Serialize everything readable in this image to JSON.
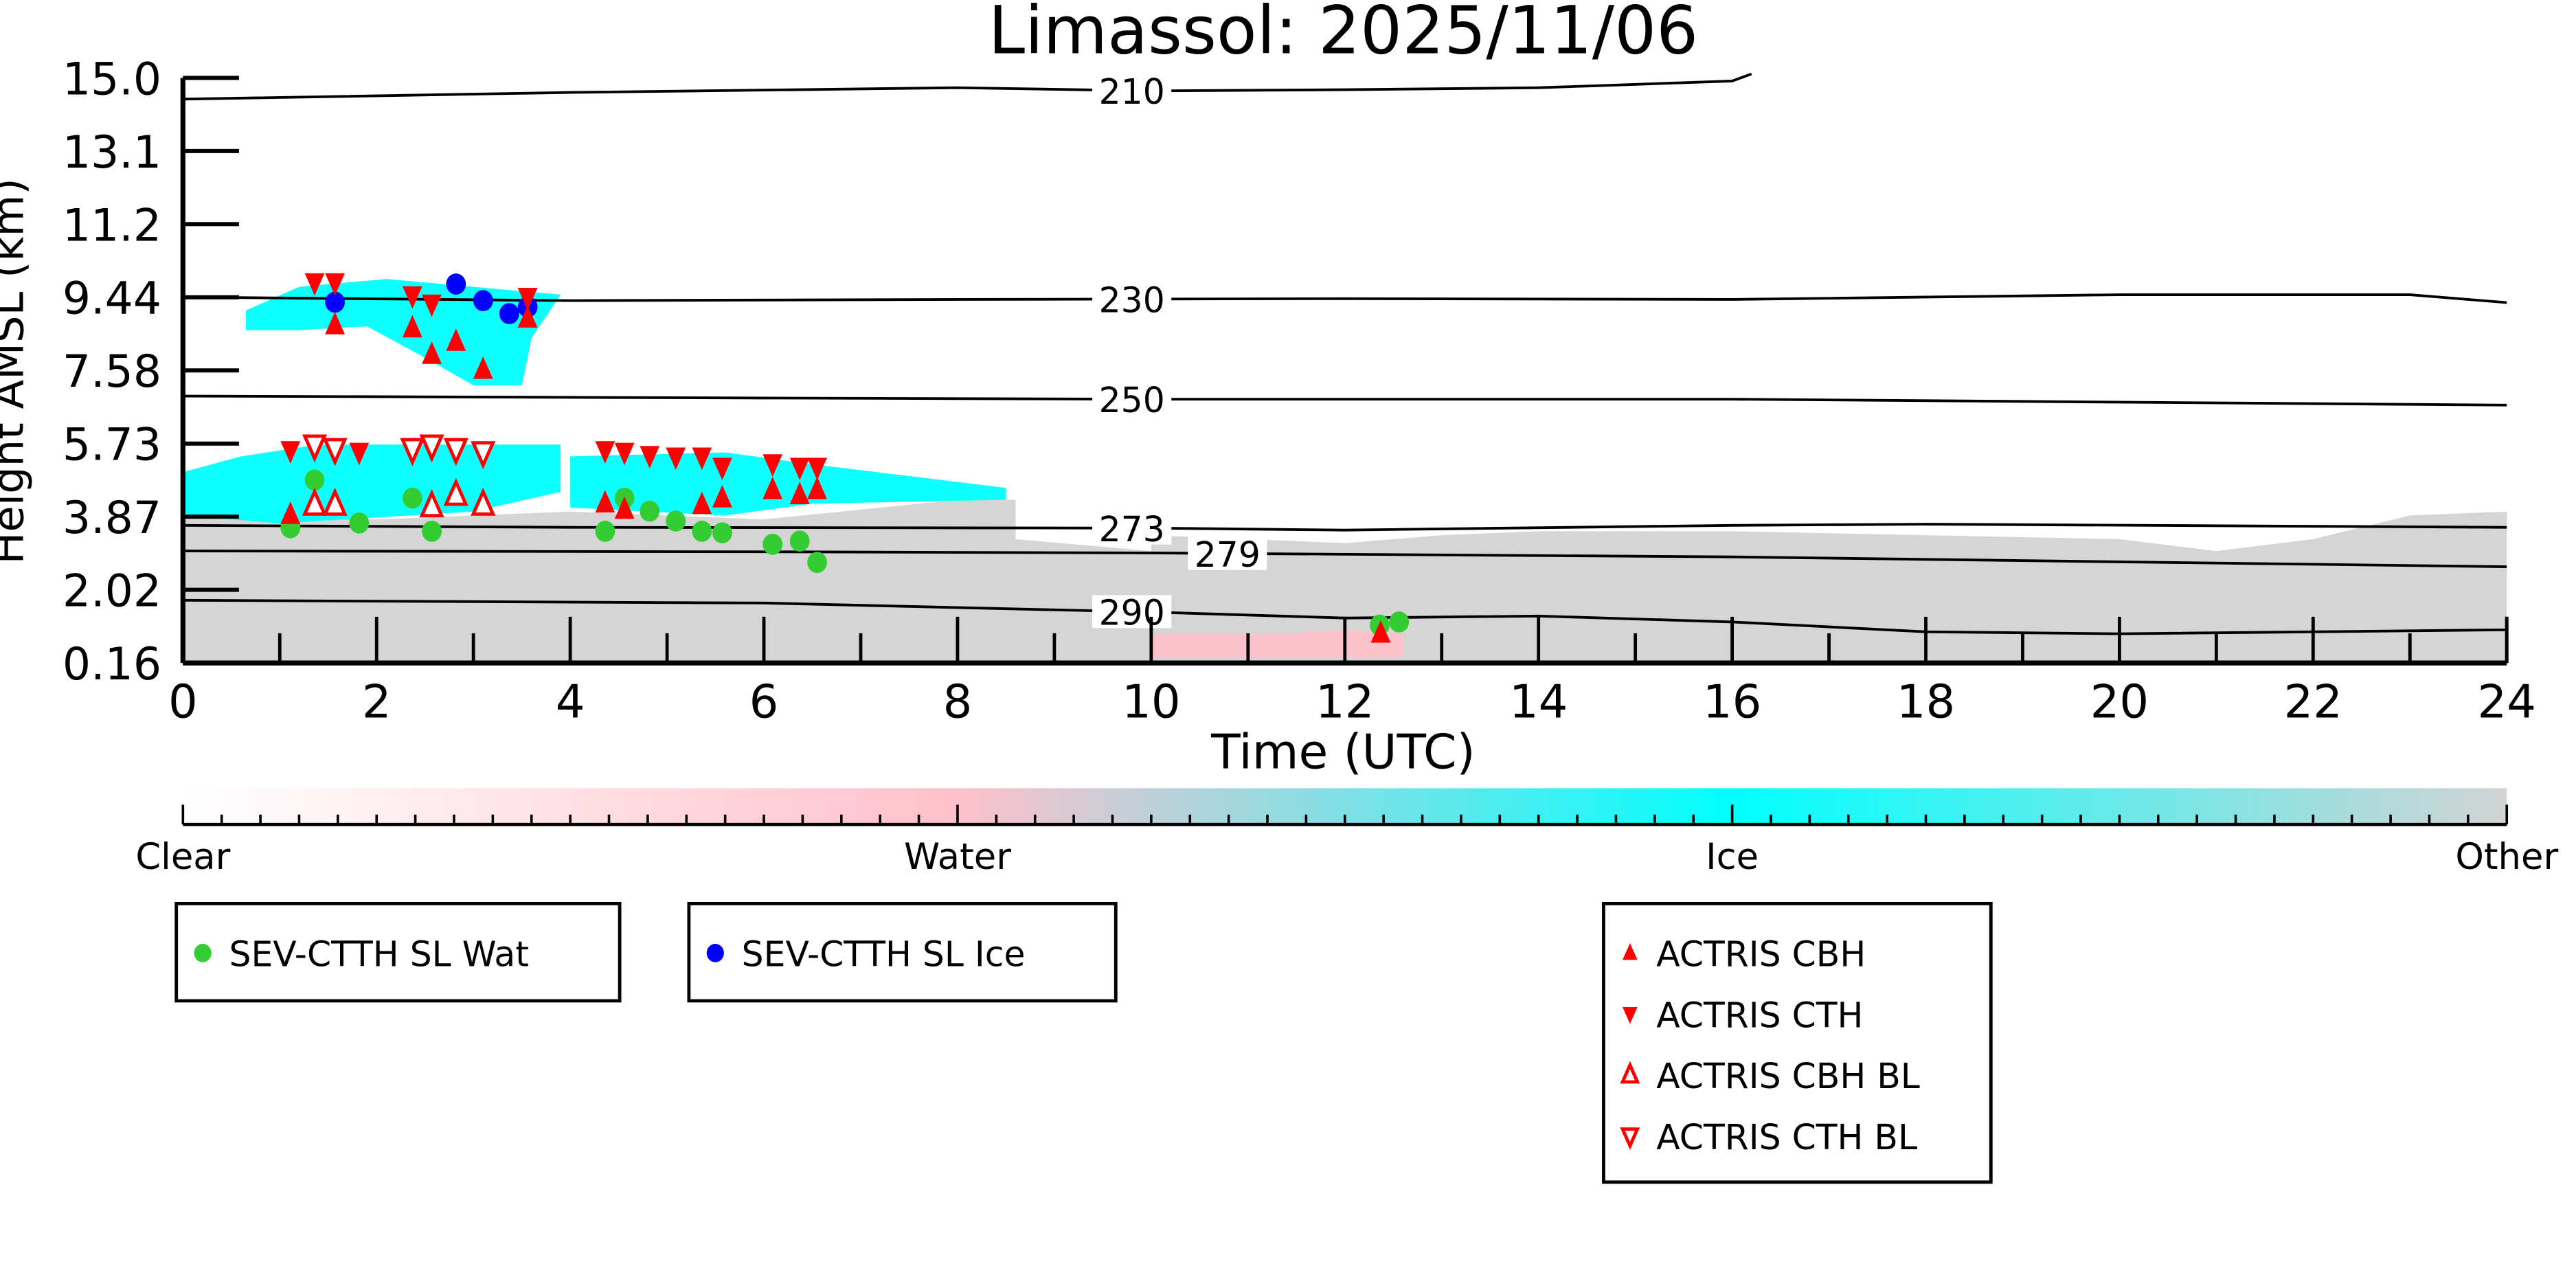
{
  "chart_data": {
    "type": "scatter",
    "title": "Limassol: 2025/11/06",
    "xlabel": "Time (UTC)",
    "ylabel": "Height AMSL (km)",
    "xlim": [
      0,
      24
    ],
    "ylim": [
      0.16,
      15.0
    ],
    "xticks": [
      "0",
      "2",
      "4",
      "6",
      "8",
      "10",
      "12",
      "14",
      "16",
      "18",
      "20",
      "22",
      "24"
    ],
    "yticks": [
      "0.16",
      "2.02",
      "3.87",
      "5.73",
      "7.58",
      "9.44",
      "11.2",
      "13.1",
      "15.0"
    ],
    "colorbar": {
      "labels": [
        "Clear",
        "Water",
        "Ice",
        "Other"
      ],
      "colors": [
        "#ffffff",
        "#ffc0cb",
        "#00ffff",
        "#d3d3d3"
      ]
    },
    "mask_regions": [
      {
        "class": "Other",
        "color": "#d3d3d3",
        "points": [
          [
            0,
            0.16
          ],
          [
            0,
            3.9
          ],
          [
            2,
            3.8
          ],
          [
            4,
            4.0
          ],
          [
            6,
            3.8
          ],
          [
            8,
            4.3
          ],
          [
            8.6,
            4.3
          ],
          [
            8.6,
            3.3
          ],
          [
            10,
            3.0
          ],
          [
            10,
            3.4
          ],
          [
            12,
            3.2
          ],
          [
            13,
            3.4
          ],
          [
            14,
            3.5
          ],
          [
            16,
            3.5
          ],
          [
            18,
            3.4
          ],
          [
            20,
            3.3
          ],
          [
            21,
            3.0
          ],
          [
            22,
            3.3
          ],
          [
            23,
            3.9
          ],
          [
            24,
            4.0
          ],
          [
            24,
            0.16
          ]
        ]
      },
      {
        "class": "Ice",
        "color": "#00ffff",
        "points": [
          [
            0,
            5.0
          ],
          [
            0.6,
            5.4
          ],
          [
            1.4,
            5.7
          ],
          [
            3.9,
            5.7
          ],
          [
            3.9,
            4.5
          ],
          [
            3,
            4.0
          ],
          [
            1,
            3.7
          ],
          [
            0,
            3.9
          ]
        ]
      },
      {
        "class": "Ice",
        "color": "#00ffff",
        "points": [
          [
            4,
            5.4
          ],
          [
            5.6,
            5.5
          ],
          [
            6.5,
            5.2
          ],
          [
            8.5,
            4.6
          ],
          [
            8.5,
            4.3
          ],
          [
            6.5,
            4.2
          ],
          [
            5.6,
            3.9
          ],
          [
            4,
            4.1
          ]
        ]
      },
      {
        "class": "Ice",
        "color": "#00ffff",
        "points": [
          [
            0.65,
            9.1
          ],
          [
            1.2,
            9.7
          ],
          [
            2.1,
            9.9
          ],
          [
            3.9,
            9.5
          ],
          [
            3.6,
            8.4
          ],
          [
            3.5,
            7.2
          ],
          [
            3,
            7.2
          ],
          [
            2.5,
            7.9
          ],
          [
            1.9,
            8.7
          ],
          [
            1.2,
            8.6
          ],
          [
            0.65,
            8.6
          ]
        ]
      },
      {
        "class": "Water",
        "color": "#ffc0cb",
        "points": [
          [
            10,
            0.3
          ],
          [
            10,
            0.9
          ],
          [
            10.5,
            0.9
          ],
          [
            11.4,
            0.9
          ],
          [
            12,
            1.0
          ],
          [
            12.6,
            0.9
          ],
          [
            12.6,
            0.3
          ]
        ]
      }
    ],
    "isotherms": [
      {
        "label": "210",
        "label_t": 9.8,
        "points": [
          [
            0,
            14.46
          ],
          [
            4,
            14.63
          ],
          [
            8,
            14.75
          ],
          [
            10,
            14.67
          ],
          [
            12,
            14.7
          ],
          [
            14,
            14.75
          ],
          [
            16,
            14.92
          ],
          [
            16.2,
            15.1
          ]
        ]
      },
      {
        "label": "230",
        "label_t": 9.8,
        "points": [
          [
            0,
            9.44
          ],
          [
            4,
            9.35
          ],
          [
            8,
            9.38
          ],
          [
            12,
            9.4
          ],
          [
            16,
            9.38
          ],
          [
            20,
            9.5
          ],
          [
            23,
            9.5
          ],
          [
            24,
            9.3
          ]
        ]
      },
      {
        "label": "250",
        "label_t": 9.8,
        "points": [
          [
            0,
            6.93
          ],
          [
            6,
            6.88
          ],
          [
            10,
            6.85
          ],
          [
            16,
            6.85
          ],
          [
            24,
            6.7
          ]
        ]
      },
      {
        "label": "273",
        "label_t": 9.8,
        "points": [
          [
            0,
            3.65
          ],
          [
            4,
            3.6
          ],
          [
            10,
            3.58
          ],
          [
            12,
            3.53
          ],
          [
            16,
            3.65
          ],
          [
            18,
            3.68
          ],
          [
            24,
            3.6
          ]
        ]
      },
      {
        "label": "279",
        "label_t": 9.8,
        "points": [
          [
            0,
            3.0
          ],
          [
            6,
            2.98
          ],
          [
            10,
            2.95
          ],
          [
            16,
            2.85
          ],
          [
            24,
            2.6
          ]
        ]
      },
      {
        "label": "290",
        "label_t": 9.8,
        "points": [
          [
            0,
            1.75
          ],
          [
            6,
            1.68
          ],
          [
            10,
            1.45
          ],
          [
            12,
            1.3
          ],
          [
            14,
            1.35
          ],
          [
            16,
            1.2
          ],
          [
            18,
            0.95
          ],
          [
            20,
            0.9
          ],
          [
            24,
            1.0
          ]
        ]
      }
    ],
    "series": [
      {
        "name": "SEV-CTTH SL Wat",
        "marker": "circle",
        "color": "#33cc33",
        "x": [
          1.11,
          1.36,
          1.82,
          2.37,
          2.57,
          4.36,
          4.56,
          4.82,
          5.09,
          5.36,
          5.57,
          6.09,
          6.37,
          6.55,
          12.36,
          12.56
        ],
        "y": [
          3.59,
          4.8,
          3.71,
          4.34,
          3.5,
          3.5,
          4.34,
          4.01,
          3.76,
          3.5,
          3.46,
          3.17,
          3.25,
          2.71,
          1.12,
          1.2
        ]
      },
      {
        "name": "SEV-CTTH SL Ice",
        "marker": "circle",
        "color": "#0000ff",
        "x": [
          1.57,
          2.82,
          3.1,
          3.37,
          3.56
        ],
        "y": [
          9.31,
          9.77,
          9.35,
          9.02,
          9.19
        ]
      },
      {
        "name": "ACTRIS CBH",
        "marker": "triangle-up",
        "color": "#ff0000",
        "x": [
          1.57,
          2.37,
          2.57,
          2.82,
          3.1,
          3.56,
          1.11,
          4.36,
          4.56,
          5.36,
          5.57,
          6.09,
          6.37,
          6.55,
          12.37
        ],
        "y": [
          8.73,
          8.65,
          7.98,
          8.31,
          7.6,
          8.9,
          3.92,
          4.21,
          4.05,
          4.17,
          4.34,
          4.55,
          4.42,
          4.55,
          0.91
        ]
      },
      {
        "name": "ACTRIS CTH",
        "marker": "triangle-down",
        "color": "#ff0000",
        "x": [
          1.36,
          1.57,
          2.37,
          2.57,
          3.56,
          1.11,
          1.82,
          4.36,
          4.56,
          4.82,
          5.09,
          5.36,
          5.57,
          6.09,
          6.37,
          6.55
        ],
        "y": [
          9.81,
          9.81,
          9.48,
          9.27,
          9.44,
          5.55,
          5.51,
          5.55,
          5.51,
          5.43,
          5.39,
          5.39,
          5.13,
          5.22,
          5.13,
          5.13
        ]
      },
      {
        "name": "ACTRIS CBH BL",
        "marker": "triangle-up-open",
        "color": "#ff0000",
        "x": [
          1.36,
          1.57,
          2.57,
          2.82,
          3.1
        ],
        "y": [
          4.17,
          4.17,
          4.13,
          4.42,
          4.17
        ]
      },
      {
        "name": "ACTRIS CTH BL",
        "marker": "triangle-down-open",
        "color": "#ff0000",
        "x": [
          1.36,
          1.57,
          2.37,
          2.57,
          2.82,
          3.1
        ],
        "y": [
          5.68,
          5.59,
          5.59,
          5.68,
          5.59,
          5.51
        ]
      }
    ],
    "legends": [
      {
        "entries": [
          0
        ]
      },
      {
        "entries": [
          1
        ]
      },
      {
        "entries": [
          2,
          3,
          4,
          5
        ]
      }
    ]
  }
}
